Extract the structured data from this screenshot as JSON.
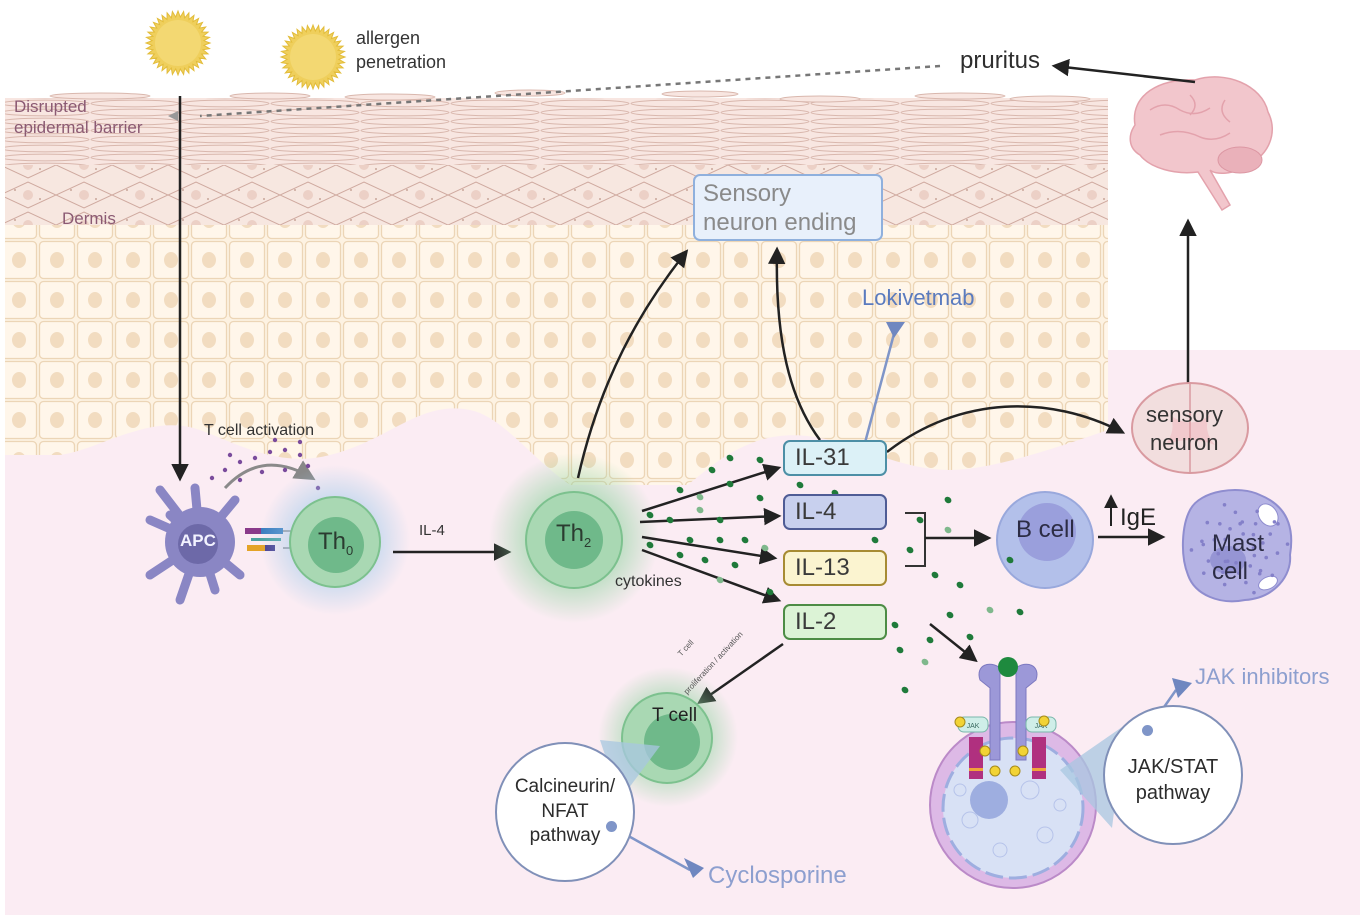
{
  "figure": {
    "title": "Atopic dermatitis immune pathway and drug targets",
    "colors": {
      "background": "#ffffff",
      "tissue_pink": "#fbecf3",
      "epidermis": "#f6e4df",
      "dermis": "#fdf1e2",
      "cell_green": "#a9d8b3",
      "cell_green_dark": "#6fb98a",
      "apc_purple": "#8a86c4",
      "b_cell_blue": "#b3c0ea",
      "drug_label": "#8d9fcf",
      "lokivetmab": "#5a7bbf",
      "arrow": "#222222",
      "cytokine_dot": "#1f7a3a"
    }
  },
  "labels": {
    "allergen": "allergen",
    "penetration": "penetration",
    "pruritus": "pruritus",
    "disrupted_1": "Disrupted",
    "disrupted_2": "epidermal barrier",
    "dermis": "Dermis",
    "sensory_ending_1": "Sensory",
    "sensory_ending_2": "neuron ending",
    "t_cell_activation": "T cell activation",
    "il4_arrow": "IL-4",
    "cytokines": "cytokines",
    "t_prolif_1": "T cell",
    "t_prolif_2": "proliferation / activation",
    "ige": "IgE"
  },
  "cells": {
    "apc": "APC",
    "th0_main": "Th",
    "th0_sub": "0",
    "th2_main": "Th",
    "th2_sub": "2",
    "t_cell": "T cell",
    "b_cell": "B cell",
    "mast_cell_1": "Mast",
    "mast_cell_2": "cell",
    "sensory_neuron_1": "sensory",
    "sensory_neuron_2": "neuron"
  },
  "cytokine_boxes": [
    {
      "label": "IL-31",
      "fill": "#dcf1f7",
      "border": "#4d8fa6"
    },
    {
      "label": "IL-4",
      "fill": "#c8d0ee",
      "border": "#4f5c95"
    },
    {
      "label": "IL-13",
      "fill": "#fbf4d0",
      "border": "#a78b33"
    },
    {
      "label": "IL-2",
      "fill": "#dcf3d6",
      "border": "#4d8c45"
    }
  ],
  "pathways": {
    "calcineurin_1": "Calcineurin/",
    "calcineurin_2": "NFAT",
    "calcineurin_3": "pathway",
    "jakstat_1": "JAK/STAT",
    "jakstat_2": "pathway",
    "jak_label": "JAK"
  },
  "drugs": {
    "lokivetmab": "Lokivetmab",
    "cyclosporine": "Cyclosporine",
    "jak_inhibitors": "JAK inhibitors"
  }
}
